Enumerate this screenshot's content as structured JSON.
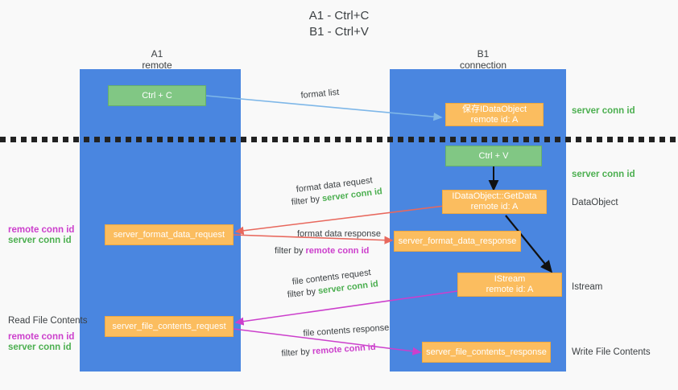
{
  "title": {
    "line1": "A1 - Ctrl+C",
    "line2": "B1 - Ctrl+V"
  },
  "columns": [
    {
      "name": "A1",
      "sub": "remote"
    },
    {
      "name": "B1",
      "sub": "connection"
    }
  ],
  "nodes": {
    "ctrl_c": "Ctrl + C",
    "ctrl_v": "Ctrl + V",
    "save_idataobject_l1": "保存IDataObject",
    "save_idataobject_l2": "remote id: A",
    "getdata_l1": "IDataObject::GetData",
    "getdata_l2": "remote id: A",
    "istream_l1": "IStream",
    "istream_l2": "remote id: A",
    "server_format_data_request": "server_format_data_request",
    "server_format_data_response": "server_format_data_response",
    "server_file_contents_request": "server_file_contents_request",
    "server_file_contents_response": "server_file_contents_response"
  },
  "right_labels": {
    "server_conn_id_top": "server conn id",
    "server_conn_id_mid": "server conn id",
    "dataobject": "DataObject",
    "istream": "Istream",
    "write_file_contents": "Write File Contents"
  },
  "left_labels": {
    "remote_conn_id_1": "remote conn id",
    "server_conn_id_1": "server conn id",
    "read_file_contents": "Read File Contents",
    "remote_conn_id_2": "remote conn id",
    "server_conn_id_2": "server conn id"
  },
  "wire_labels": {
    "format_list": "format list",
    "format_data_request": "format data request",
    "format_data_request_filter_prefix": "filter by ",
    "format_data_request_filter_value": "server conn id",
    "format_data_response": "format data response",
    "format_data_response_filter_prefix": "filter by ",
    "format_data_response_filter_value": "remote conn id",
    "file_contents_request": "file contents request",
    "file_contents_request_filter_prefix": "filter by ",
    "file_contents_request_filter_value": "server conn id",
    "file_contents_response": "file contents response",
    "file_contents_response_filter_prefix": "filter by ",
    "file_contents_response_filter_value": "remote conn id"
  },
  "colors": {
    "lane": "#4a86e0",
    "green_node": "#81c784",
    "orange_node": "#fbbd5f",
    "server_conn_id": "#4caf50",
    "remote_conn_id": "#cc3fcc",
    "arrow_blue": "#7eb7e8",
    "arrow_red": "#e8685d",
    "arrow_magenta": "#cc3fcc",
    "arrow_black": "#111111",
    "background": "#f9f9f9"
  }
}
